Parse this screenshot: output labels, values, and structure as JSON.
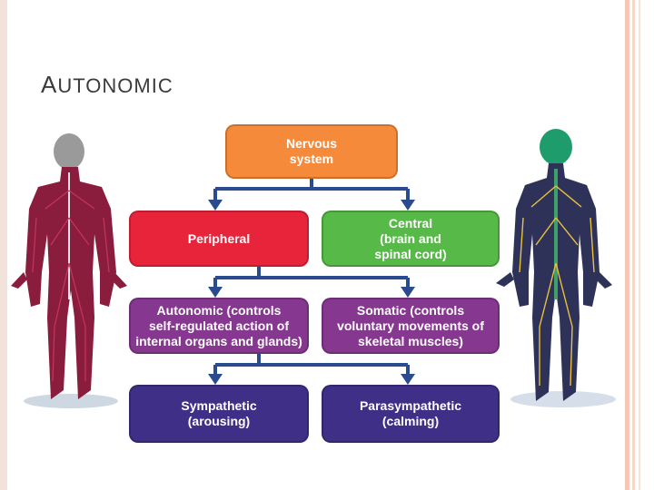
{
  "slide": {
    "title_first": "A",
    "title_rest": "UTONOMIC"
  },
  "diagram": {
    "nervous_system": "Nervous\nsystem",
    "peripheral": "Peripheral",
    "central": "Central\n(brain and\nspinal cord)",
    "autonomic": "Autonomic (controls\nself-regulated action of\ninternal organs and glands)",
    "somatic": "Somatic (controls\nvoluntary movements of\nskeletal muscles)",
    "sympathetic": "Sympathetic\n(arousing)",
    "parasympathetic": "Parasympathetic\n(calming)"
  },
  "colors": {
    "orange": "#f58a3a",
    "red": "#e8243a",
    "green": "#57b947",
    "purple": "#86378f",
    "indigo": "#3f2f86",
    "arrow": "#2a4b8f"
  },
  "figures": {
    "left": "human-nervous-system-figure",
    "right": "human-spinal-figure"
  }
}
